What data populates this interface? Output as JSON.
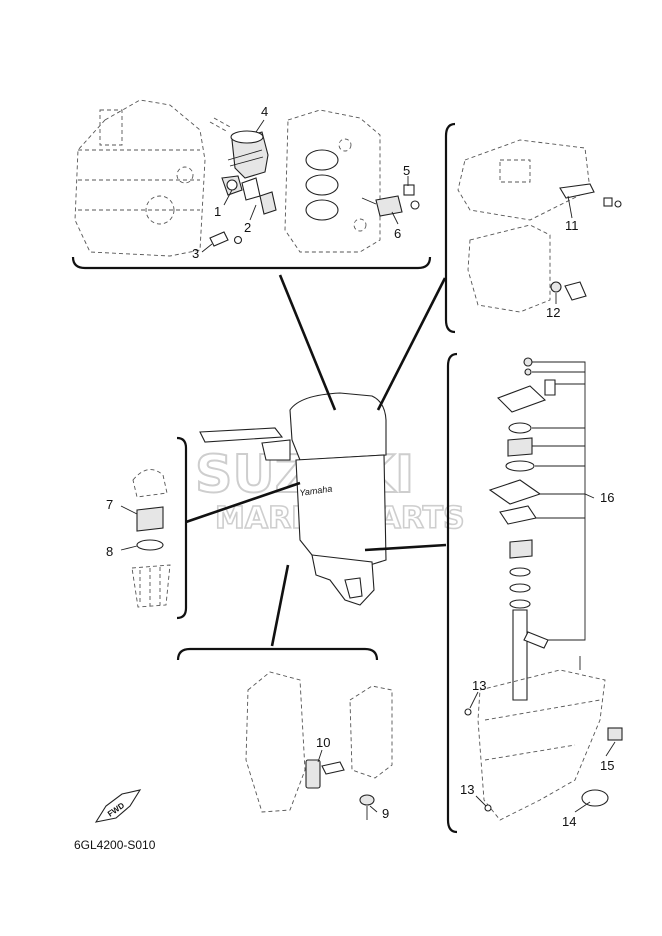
{
  "diagram": {
    "code_label": "6GL4200-S010",
    "fwd_label": "FWD",
    "watermark_line1": "SUZUKI",
    "watermark_line2": "MARINE PARTS",
    "brand_decal": "Yamaha",
    "callouts": {
      "c1": "1",
      "c2": "2",
      "c3": "3",
      "c4": "4",
      "c5": "5",
      "c6": "6",
      "c7": "7",
      "c8": "8",
      "c9": "9",
      "c10": "10",
      "c11": "11",
      "c12": "12",
      "c13a": "13",
      "c13b": "13",
      "c14": "14",
      "c15": "15",
      "c16": "16"
    }
  }
}
